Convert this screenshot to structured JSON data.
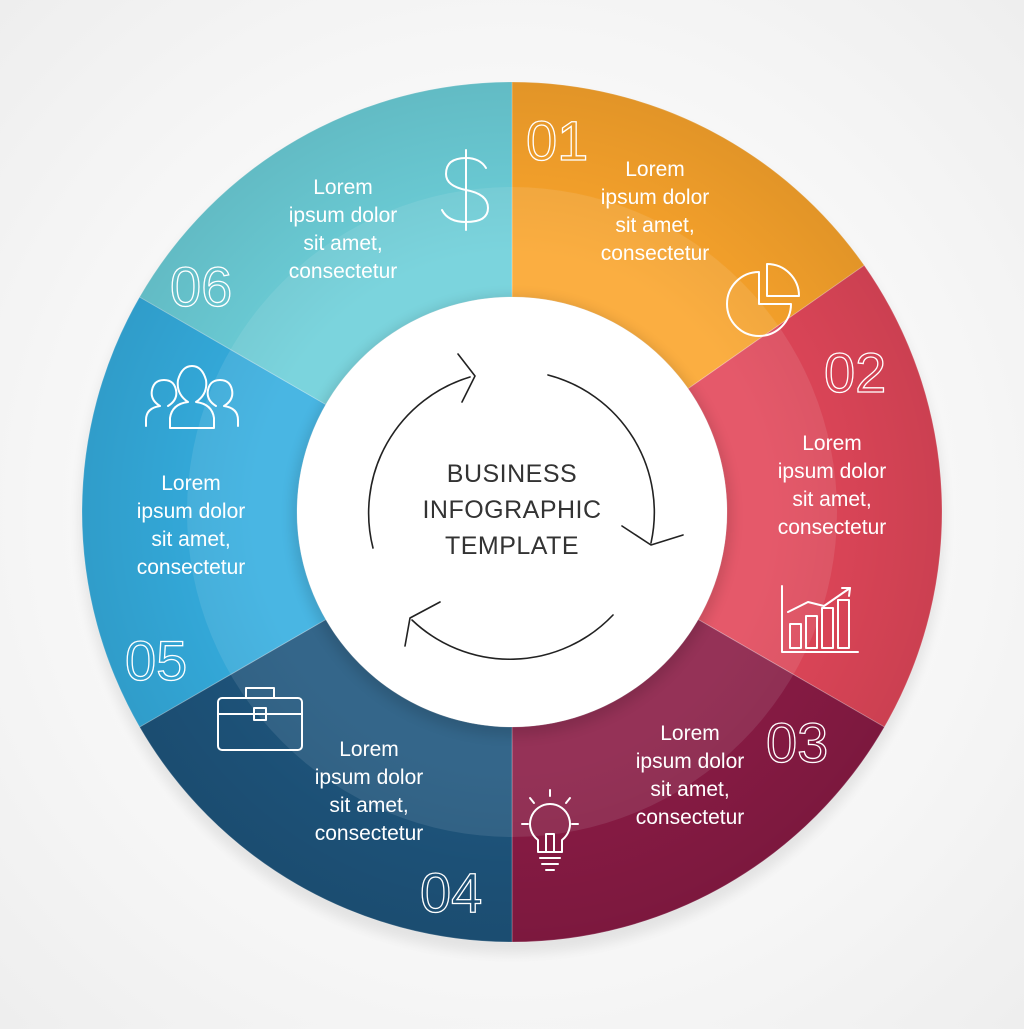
{
  "center": {
    "line1": "BUSINESS",
    "line2": "INFOGRAPHIC",
    "line3": "TEMPLATE"
  },
  "segments": [
    {
      "number": "01",
      "lines": [
        "Lorem",
        "ipsum dolor",
        "sit amet,",
        "consectetur"
      ],
      "color": "#FBA52C",
      "icon": "pie-chart-icon"
    },
    {
      "number": "02",
      "lines": [
        "Lorem",
        "ipsum dolor",
        "sit amet,",
        "consectetur"
      ],
      "color": "#E2475A",
      "icon": "bar-chart-icon"
    },
    {
      "number": "03",
      "lines": [
        "Lorem",
        "ipsum dolor",
        "sit amet,",
        "consectetur"
      ],
      "color": "#8A1B45",
      "icon": "lightbulb-icon"
    },
    {
      "number": "04",
      "lines": [
        "Lorem",
        "ipsum dolor",
        "sit amet,",
        "consectetur"
      ],
      "color": "#1E557D",
      "icon": "briefcase-icon"
    },
    {
      "number": "05",
      "lines": [
        "Lorem",
        "ipsum dolor",
        "sit amet,",
        "consectetur"
      ],
      "color": "#35AEE0",
      "icon": "people-icon"
    },
    {
      "number": "06",
      "lines": [
        "Lorem",
        "ipsum dolor",
        "sit amet,",
        "consectetur"
      ],
      "color": "#6DD0DA",
      "icon": "dollar-icon"
    }
  ]
}
